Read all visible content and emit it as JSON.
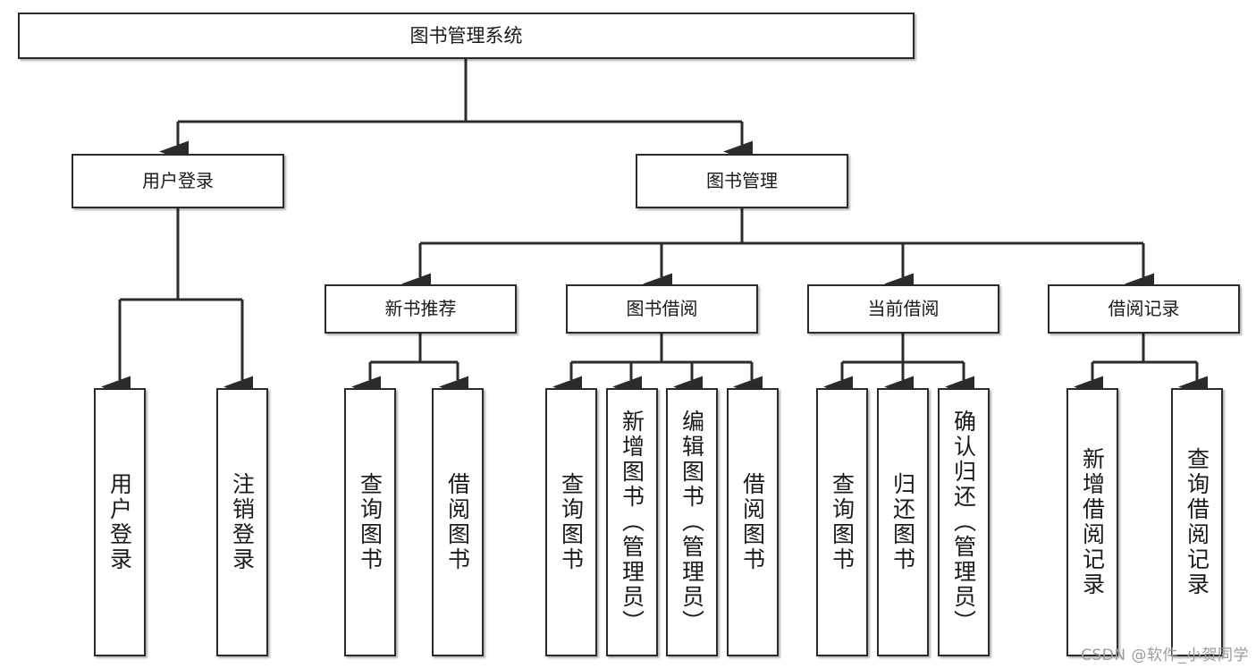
{
  "diagram": {
    "title": "图书管理系统",
    "root": {
      "label": "图书管理系统"
    },
    "level1": [
      {
        "label": "用户登录"
      },
      {
        "label": "图书管理"
      }
    ],
    "level2": [
      {
        "label": "新书推荐"
      },
      {
        "label": "图书借阅"
      },
      {
        "label": "当前借阅"
      },
      {
        "label": "借阅记录"
      }
    ],
    "leaves": {
      "user_login": [
        {
          "label": "用户登录"
        },
        {
          "label": "注销登录"
        }
      ],
      "new_book": [
        {
          "label": "查询图书"
        },
        {
          "label": "借阅图书"
        }
      ],
      "borrow_book": [
        {
          "label": "查询图书"
        },
        {
          "label": "新增图书（管理员）"
        },
        {
          "label": "编辑图书（管理员）"
        },
        {
          "label": "借阅图书"
        }
      ],
      "current_borrow": [
        {
          "label": "查询图书"
        },
        {
          "label": "归还图书"
        },
        {
          "label": "确认归还（管理员）"
        }
      ],
      "borrow_record": [
        {
          "label": "新增借阅记录"
        },
        {
          "label": "查询借阅记录"
        }
      ]
    }
  },
  "watermark": {
    "text": "CSDN @软件_小贺同学"
  },
  "colors": {
    "stroke": "#2b2b2b",
    "fill": "#ffffff",
    "text": "#1a1a1a",
    "watermark": "#9b9b9b"
  }
}
